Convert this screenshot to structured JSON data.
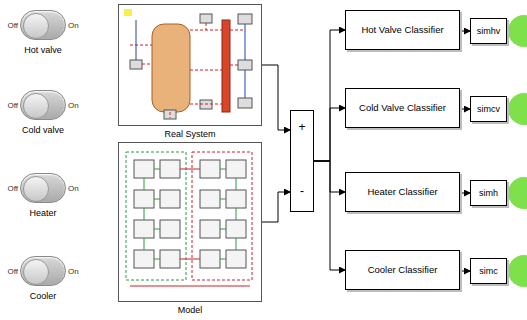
{
  "diagram": {
    "nodes": [
      {
        "text": [
          "Off",
          "On",
          "Hot valve"
        ]
      },
      {
        "text": [
          "Off",
          "On",
          "Cold valve"
        ]
      },
      {
        "text": [
          "Off",
          "On",
          "Heater"
        ]
      },
      {
        "text": [
          "Off",
          "On",
          "Cooler"
        ]
      },
      {
        "text": [
          "Real System"
        ]
      },
      {
        "text": [
          "Model"
        ]
      },
      {
        "text": [
          "+",
          "-"
        ]
      },
      {
        "text": [
          "Hot Valve Classifier"
        ]
      },
      {
        "text": [
          "simhv"
        ]
      },
      {
        "text": [
          "Cold Valve Classifier"
        ]
      },
      {
        "text": [
          "simcv"
        ]
      },
      {
        "text": [
          "Heater Classifier"
        ]
      },
      {
        "text": [
          "simh"
        ]
      },
      {
        "text": [
          "Cooler Classifier"
        ]
      },
      {
        "text": [
          "simc"
        ]
      }
    ],
    "edges": [
      {
        "from": 4,
        "to": 6,
        "arrow": "to"
      },
      {
        "from": 5,
        "to": 6,
        "arrow": "to"
      },
      {
        "from": 6,
        "to": 7,
        "arrow": "to"
      },
      {
        "from": 6,
        "to": 9,
        "arrow": "to"
      },
      {
        "from": 6,
        "to": 11,
        "arrow": "to"
      },
      {
        "from": 6,
        "to": 13,
        "arrow": "to"
      },
      {
        "from": 7,
        "to": 8,
        "arrow": "to"
      },
      {
        "from": 9,
        "to": 10,
        "arrow": "to"
      },
      {
        "from": 11,
        "to": 12,
        "arrow": "to"
      },
      {
        "from": 13,
        "to": 14,
        "arrow": "to"
      }
    ]
  }
}
